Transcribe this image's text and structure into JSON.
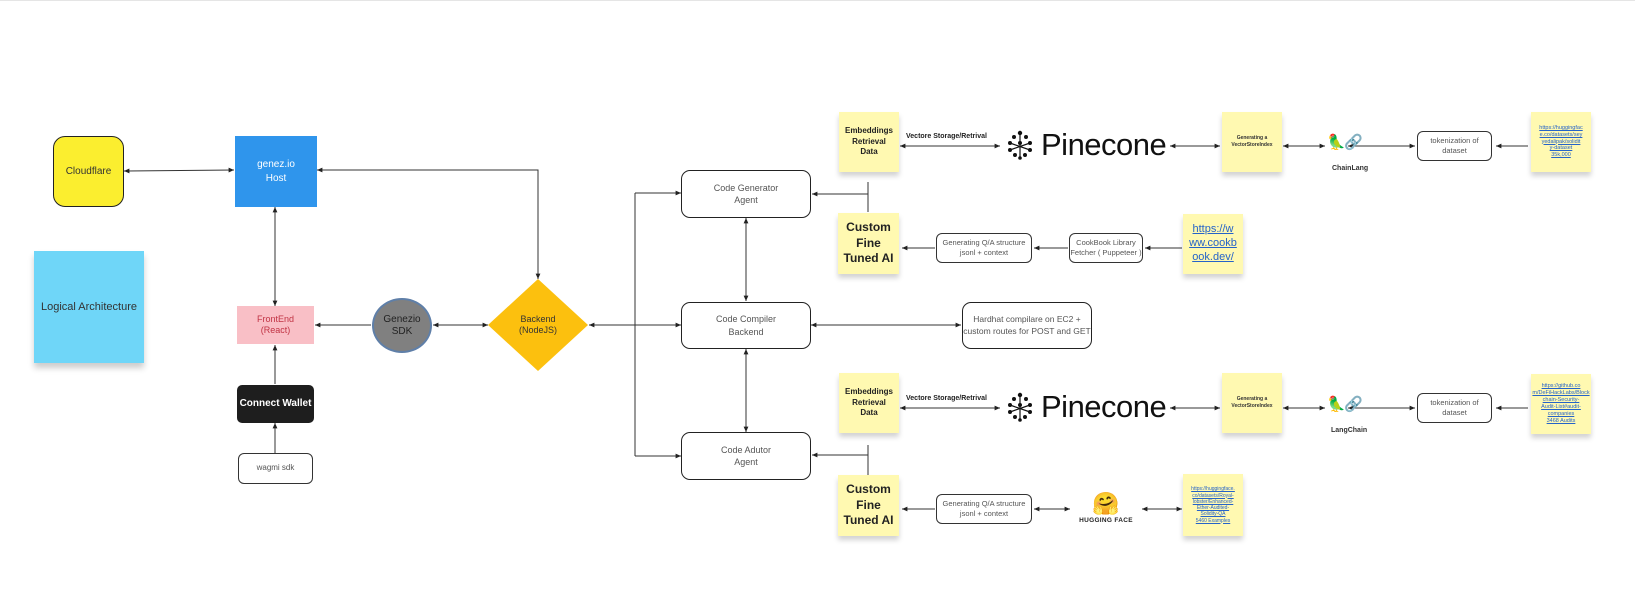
{
  "diagram": {
    "legend": "Logical Architecture",
    "cloudflare": "Cloudflare",
    "genez_host": "genez.io\nHost",
    "frontend": "FrontEnd\n(React)",
    "connect_wallet": "Connect Wallet",
    "wagmi": "wagmi sdk",
    "genezio_sdk": "Genezio\nSDK",
    "backend": "Backend\n(NodeJS)",
    "code_generator": "Code Generator\nAgent",
    "code_compiler": "Code Compiler\nBackend",
    "code_auditor": "Code Adutor\nAgent",
    "hardhat": "Hardhat compilare on EC2 +\ncustom routes for POST and GET",
    "top": {
      "embeddings": "Embeddings\nRetrieval\nData",
      "vector_label": "Vectore Storage/Retrival",
      "pinecone": "Pinecone",
      "generating_index": "Generating a\nVectorStoreIndex",
      "framework": "ChainLang",
      "tokenization": "tokenization of\ndataset",
      "dataset_link": "https://huggingfac\ne.co/datasets/sey\nyedalipak/solidit\ny-dataset\n35k,000",
      "custom_ai": "Custom\nFine\nTuned AI",
      "qa_structure": "Generating Q/A structure\njsonl + context",
      "cookbook_fetcher": "CookBook Library\nFetcher ( Puppeteer )",
      "cookbook_link": "https://w\nww.cookb\nook.dev/"
    },
    "bottom": {
      "embeddings": "Embeddings\nRetrieval\nData",
      "vector_label": "Vectore Storage/Retrival",
      "pinecone": "Pinecone",
      "generating_index": "Generating a\nVectorStoreIndex",
      "framework": "LangChain",
      "tokenization": "tokenization of\ndataset",
      "dataset_link": "https://github.co\nm/DeFiHackLabs/Block\nchain-Security-\nAudit-List#audit-\ncompanies\n3468 Audits",
      "custom_ai": "Custom\nFine\nTuned AI",
      "qa_structure": "Generating Q/A structure\njsonl + context",
      "huggingface": "HUGGING FACE",
      "hf_link": "https://huggingface.\nco/datasets/Royal-\nlobster/Enhanced-\nEther-Audited-\nSolidity-QA\n5460 Examples"
    }
  },
  "colors": {
    "cloudflare": "#fbee2f",
    "genez_host": "#2f95ec",
    "frontend": "#f9bfc6",
    "connect_wallet": "#1e1e1e",
    "genezio_sdk": "#808080",
    "backend": "#fcc00e",
    "legend": "#6fd6f8",
    "sticky": "#fff9b1",
    "link": "#2563c9"
  },
  "icons": {
    "pinecone_logo": "pinecone-logo-icon",
    "parrot": "parrot-icon",
    "chain": "chain-link-icon",
    "huggingface": "hugging-face-emoji-icon"
  }
}
